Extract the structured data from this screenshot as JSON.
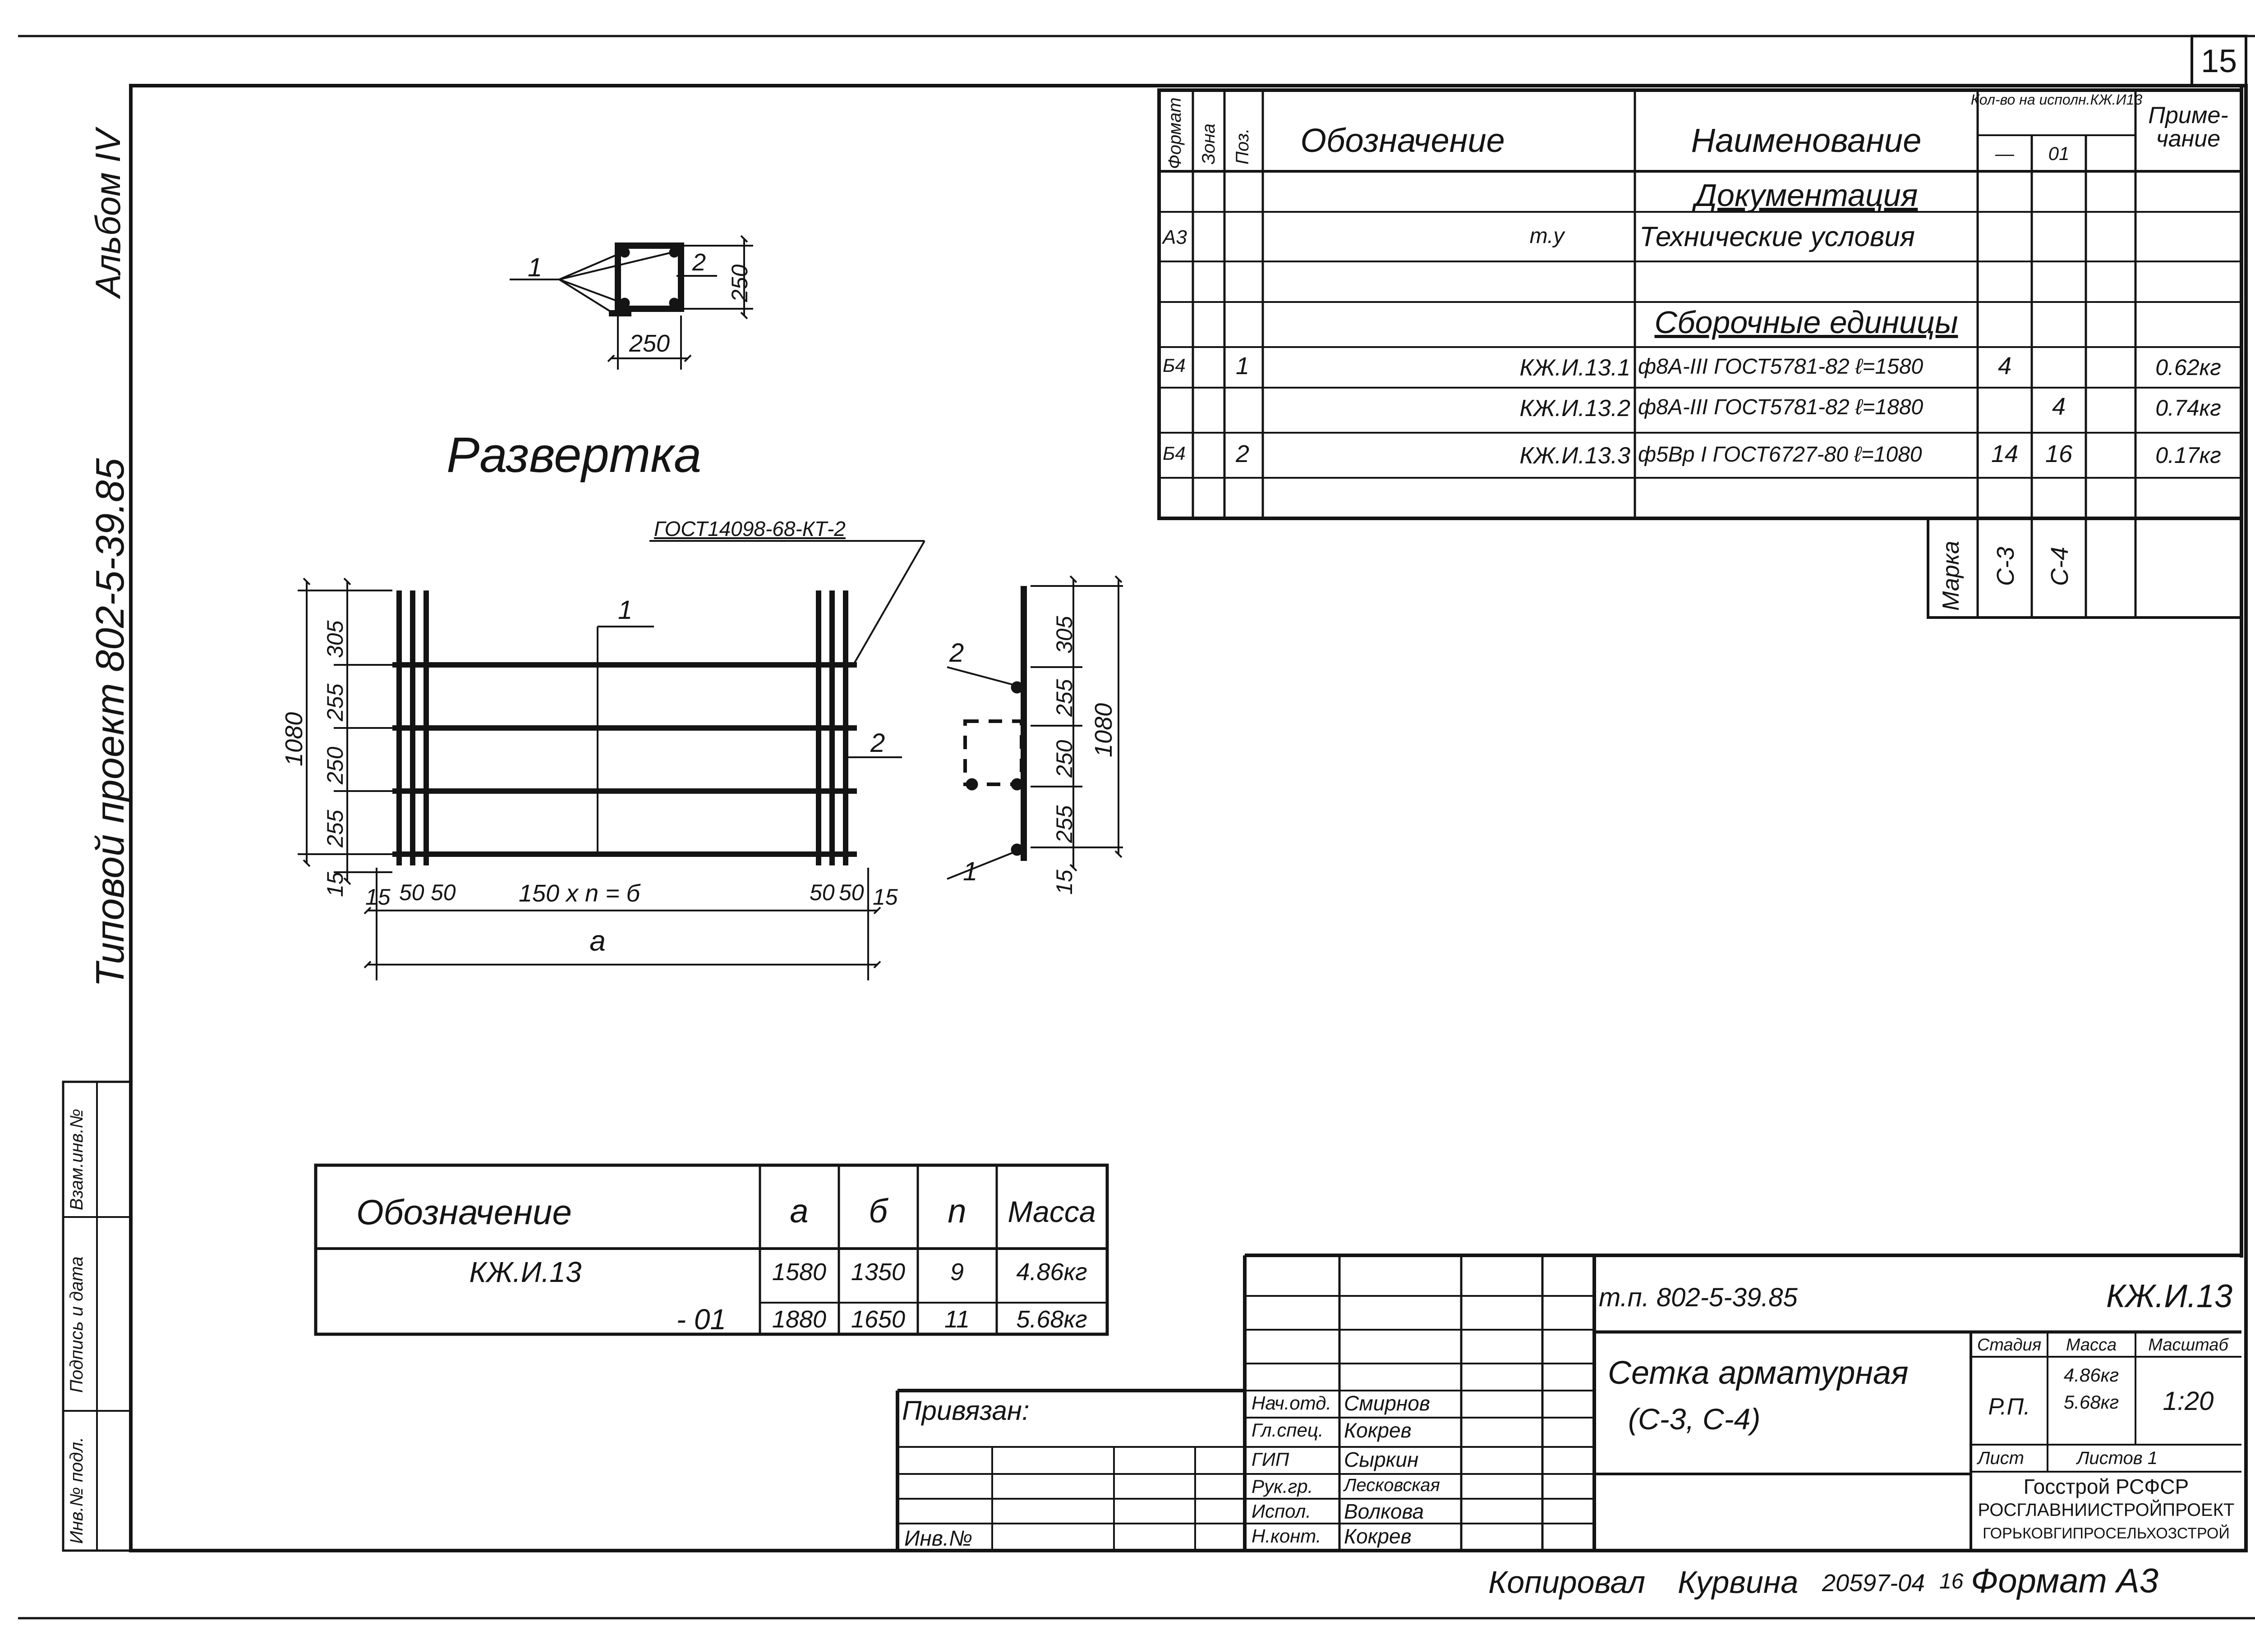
{
  "sheet": {
    "page_number": "15",
    "album": "Альбом IV",
    "project": "Типовой проект 802-5-39.85",
    "copied": "Копировал",
    "copier": "Курвина",
    "order_no": "20597-04",
    "order_suffix": "16",
    "format": "Формат А3"
  },
  "side_strip": {
    "inv_no": "Инв.№ подл.",
    "sign_date": "Подпись и дата",
    "replace": "Взам.инв.№"
  },
  "section_view": {
    "leader": "1",
    "pos2": "2",
    "height": "250",
    "width": "250"
  },
  "razvertka": {
    "title": "Развертка",
    "gost": "ГОСТ14098-68-КТ-2",
    "pos1": "1",
    "pos2": "2",
    "dims_left": [
      "305",
      "255",
      "250",
      "255",
      "15"
    ],
    "total_height": "1080",
    "bottom": [
      "15",
      "50",
      "50",
      "150 х n = б",
      "50",
      "50",
      "15"
    ],
    "overall": "a"
  },
  "side_view": {
    "pos2": "2",
    "pos1": "1",
    "dims": [
      "305",
      "255",
      "250",
      "255",
      "15"
    ],
    "total": "1080"
  },
  "spec_table": {
    "headers": {
      "format": "Формат",
      "zone": "Зона",
      "pos": "Поз.",
      "designation": "Обозначение",
      "name": "Наименование",
      "qty": "Кол-во на исполн.КЖ.И13",
      "qty_a": "—",
      "qty_b": "01",
      "note": "Приме-чание"
    },
    "sections": {
      "docs": "Документация",
      "assemblies": "Сборочные единицы"
    },
    "rows": [
      {
        "format": "А3",
        "zone": "",
        "pos": "",
        "designation": "т.у",
        "name": "Технические условия",
        "q1": "",
        "q2": "",
        "note": ""
      },
      {
        "format": "Б4",
        "zone": "",
        "pos": "1",
        "designation": "КЖ.И.13.1",
        "name": "ф8А-III ГОСТ5781-82 ℓ=1580",
        "q1": "4",
        "q2": "",
        "note": "0.62кг"
      },
      {
        "format": "",
        "zone": "",
        "pos": "",
        "designation": "КЖ.И.13.2",
        "name": "ф8А-III ГОСТ5781-82 ℓ=1880",
        "q1": "",
        "q2": "4",
        "note": "0.74кг"
      },
      {
        "format": "Б4",
        "zone": "",
        "pos": "2",
        "designation": "КЖ.И.13.3",
        "name": "ф5Вр I ГОСТ6727-80 ℓ=1080",
        "q1": "14",
        "q2": "16",
        "note": "0.17кг"
      }
    ],
    "marka": {
      "label": "Марка",
      "a": "С-3",
      "b": "С-4"
    }
  },
  "mass_table": {
    "headers": [
      "Обозначение",
      "а",
      "б",
      "n",
      "Масса"
    ],
    "rows": [
      [
        "КЖ.И.13",
        "1580",
        "1350",
        "9",
        "4.86кг"
      ],
      [
        "- 01",
        "1880",
        "1650",
        "11",
        "5.68кг"
      ]
    ]
  },
  "title_block": {
    "privyazan": "Привязан:",
    "inv": "Инв.№",
    "roles": [
      {
        "role": "Нач.отд.",
        "name": "Смирнов"
      },
      {
        "role": "Гл.спец.",
        "name": "Кокрев"
      },
      {
        "role": "ГИП",
        "name": "Сыркин"
      },
      {
        "role": "Рук.гр.",
        "name": "Лесковская"
      },
      {
        "role": "Испол.",
        "name": "Волкова"
      },
      {
        "role": "Н.конт.",
        "name": "Кокрев"
      }
    ],
    "doc_code": "т.п. 802-5-39.85",
    "doc_mark": "КЖ.И.13",
    "title_line1": "Сетка арматурная",
    "title_line2": "(С-3, С-4)",
    "stage_h": "Стадия",
    "mass_h": "Масса",
    "scale_h": "Масштаб",
    "stage": "Р.П.",
    "mass1": "4.86кг",
    "mass2": "5.68кг",
    "scale": "1:20",
    "sheet_h": "Лист",
    "sheets_h": "Листов 1",
    "org1": "Госстрой РСФСР",
    "org2": "РОСГЛАВНИИСТРОЙПРОЕКТ",
    "org3": "ГОРЬКОВГИПРОСЕЛЬХОЗСТРОЙ"
  }
}
